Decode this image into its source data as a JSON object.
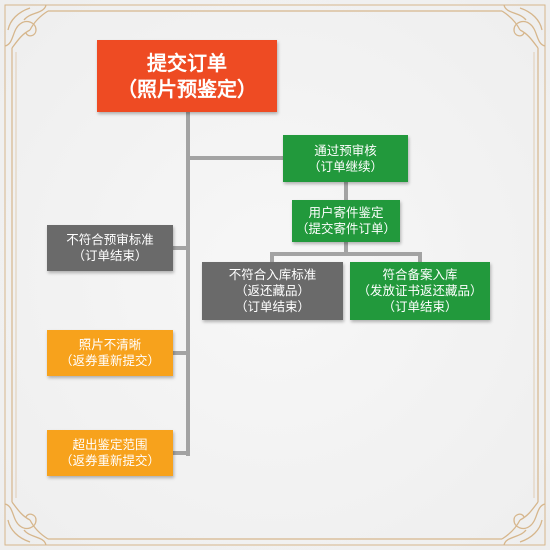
{
  "colors": {
    "red": "#ee4b23",
    "green": "#22993c",
    "gray": "#6a6a6a",
    "orange": "#f7a21c",
    "connector": "#a3a3a3",
    "frame": "#d6b68c"
  },
  "nodes": {
    "submit_order": {
      "line1": "提交订单",
      "line2": "（照片预鉴定）"
    },
    "pass_precheck": {
      "line1": "通过预审核",
      "line2": "（订单继续）"
    },
    "mail_appraisal": {
      "line1": "用户寄件鉴定",
      "line2": "（提交寄件订单）"
    },
    "fail_storage": {
      "line1": "不符合入库标准",
      "line2": "（返还藏品）",
      "line3": "（订单结束）"
    },
    "pass_storage": {
      "line1": "符合备案入库",
      "line2": "（发放证书返还藏品）",
      "line3": "（订单结束）"
    },
    "fail_precheck": {
      "line1": "不符合预审标准",
      "line2": "（订单结束）"
    },
    "photo_unclear": {
      "line1": "照片不清晰",
      "line2": "（返券重新提交）"
    },
    "out_of_scope": {
      "line1": "超出鉴定范围",
      "line2": "（返券重新提交）"
    }
  }
}
